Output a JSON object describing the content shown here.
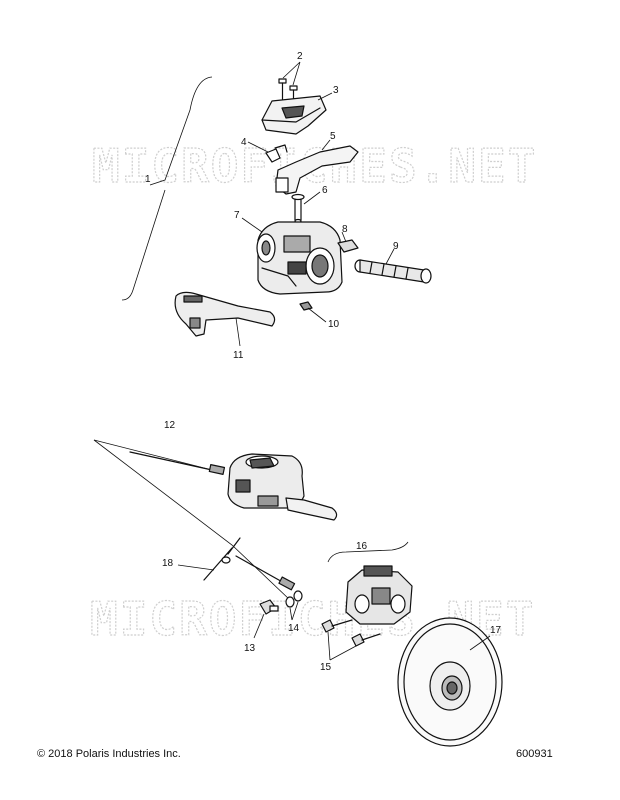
{
  "watermark": "MICROFICHES.NET",
  "callouts": [
    "1",
    "2",
    "3",
    "4",
    "5",
    "6",
    "7",
    "8",
    "9",
    "10",
    "11",
    "12",
    "13",
    "14",
    "15",
    "16",
    "17",
    "18"
  ],
  "footer": {
    "copyright": "© 2018 Polaris Industries Inc.",
    "figure_number": "600931"
  }
}
